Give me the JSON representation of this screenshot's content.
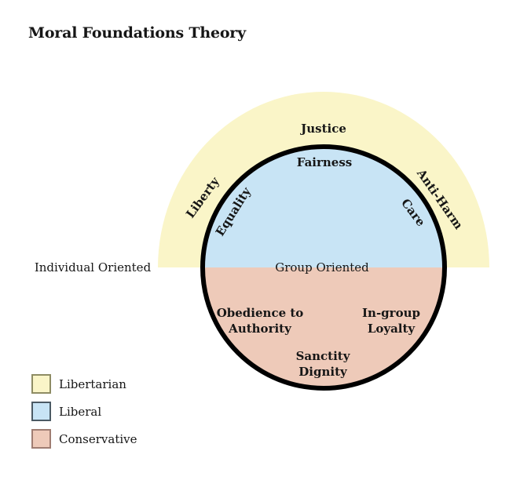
{
  "title": "Moral Foundations Theory",
  "colors": {
    "libertarian": "#FAF5C8",
    "liberal": "#C8E4F5",
    "conservative": "#EECAB9",
    "outline": "#000000"
  },
  "diagram": {
    "arc_labels": {
      "justice": "Justice",
      "liberty": "Liberty",
      "anti_harm": "Anti-Harm"
    },
    "inner_labels": {
      "fairness": "Fairness",
      "equality": "Equality",
      "care": "Care"
    },
    "orientation_labels": {
      "individual": "Individual Oriented",
      "group": "Group Oriented"
    },
    "bottom_labels": {
      "obedience": {
        "line1": "Obedience to",
        "line2": "Authority"
      },
      "ingroup": {
        "line1": "In-group",
        "line2": "Loyalty"
      },
      "sanctity": {
        "line1": "Sanctity",
        "line2": "Dignity"
      }
    }
  },
  "legend": {
    "items": [
      {
        "label": "Libertarian",
        "color": "#FAF5C8"
      },
      {
        "label": "Liberal",
        "color": "#C8E4F5"
      },
      {
        "label": "Conservative",
        "color": "#EECAB9"
      }
    ]
  }
}
